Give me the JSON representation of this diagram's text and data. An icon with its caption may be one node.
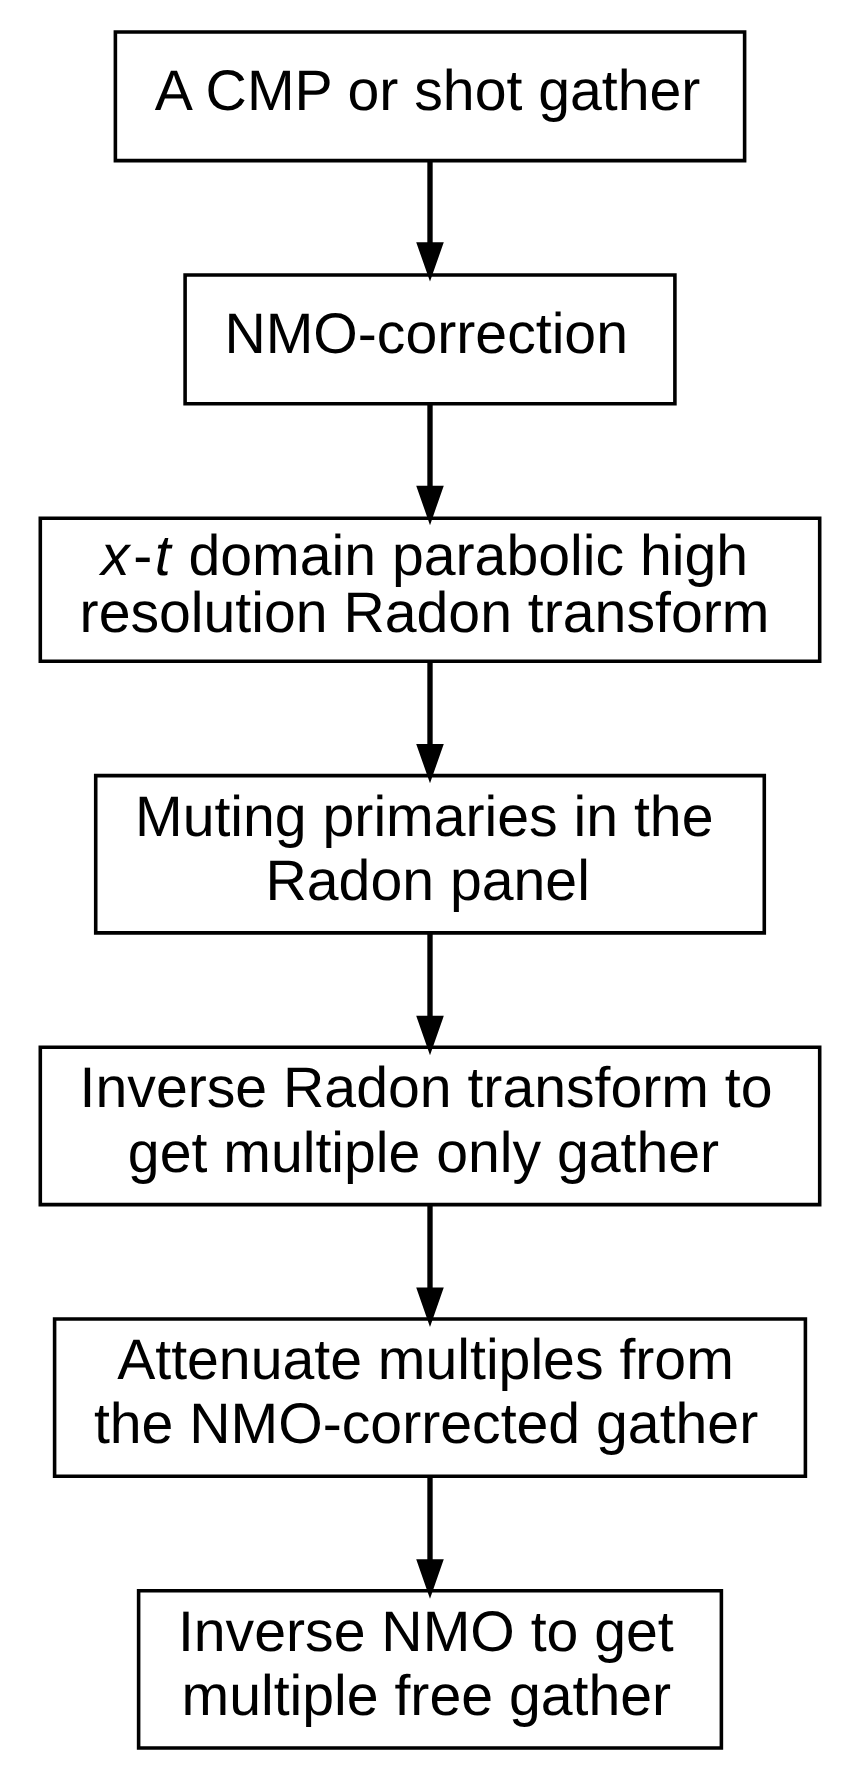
{
  "diagram": {
    "nodes": [
      {
        "text": [
          "A CMP or shot gather"
        ]
      },
      {
        "text": [
          "NMO-correction"
        ]
      },
      {
        "text": [
          "*x*-*t* domain parabolic high resolution Radon transform"
        ]
      },
      {
        "text": [
          "Muting primaries in the Radon panel"
        ]
      },
      {
        "text": [
          "Inverse Radon transform to get multiple only gather"
        ]
      },
      {
        "text": [
          "Attenuate multiples from the NMO-corrected gather"
        ]
      },
      {
        "text": [
          "Inverse NMO to get multiple free gather"
        ]
      }
    ],
    "edges": [
      {
        "from": 0,
        "to": 1,
        "arrow": "to"
      },
      {
        "from": 1,
        "to": 2,
        "arrow": "to"
      },
      {
        "from": 2,
        "to": 3,
        "arrow": "to"
      },
      {
        "from": 3,
        "to": 4,
        "arrow": "to"
      },
      {
        "from": 4,
        "to": 5,
        "arrow": "to"
      },
      {
        "from": 5,
        "to": 6,
        "arrow": "to"
      }
    ]
  }
}
